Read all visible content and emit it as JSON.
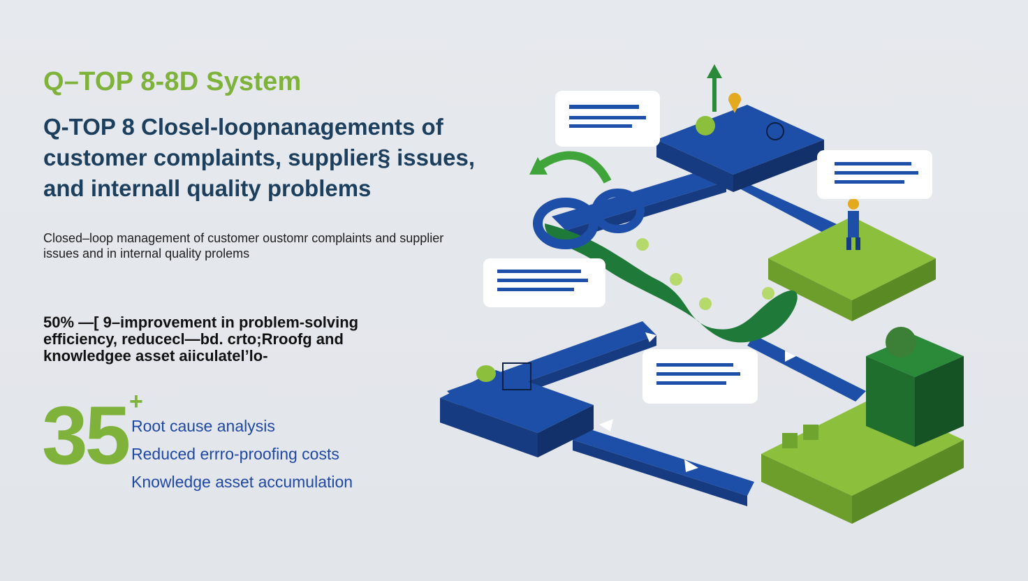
{
  "header": {
    "kicker": "Q–TOP 8-8D System",
    "headline": "Q-TOP 8 Closel-loopnanagements  of customer complaints,  supplier§ issues, and internall quality problems"
  },
  "summary": "Closed–loop management of customer oustomr complaints  and supplier issues and in internal quality prolems",
  "stat_block": "50%  —[ 9–improvement  in problem-solving efficiency,  reducecl—bd. crto;Rroofg and knowledgee asset aiiculatel’lo-",
  "highlight": {
    "number": "35",
    "suffix": "+",
    "bullets": [
      "Root cause analysis",
      "Reduced errro-proofing costs",
      "Knowledge asset accumulation"
    ]
  },
  "colors": {
    "accent_green": "#7fb23a",
    "accent_blue": "#1f48a3",
    "navy_text": "#1d3f5e",
    "track_blue": "#1e4fa8",
    "flow_green": "#1f7a3a"
  }
}
